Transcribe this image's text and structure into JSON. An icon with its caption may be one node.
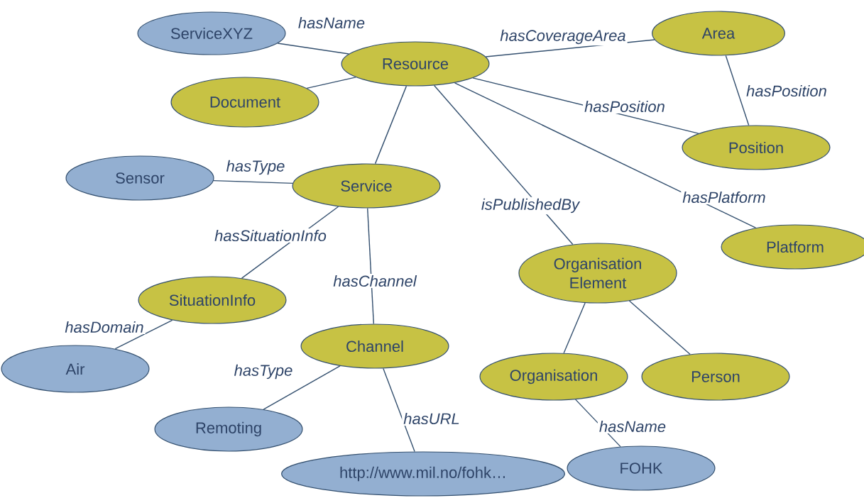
{
  "diagram": {
    "nodes": [
      {
        "text": [
          "ServiceXYZ"
        ]
      },
      {
        "text": [
          "Resource"
        ]
      },
      {
        "text": [
          "Area"
        ]
      },
      {
        "text": [
          "Document"
        ]
      },
      {
        "text": [
          "Position"
        ]
      },
      {
        "text": [
          "Sensor"
        ]
      },
      {
        "text": [
          "Service"
        ]
      },
      {
        "text": [
          "Platform"
        ]
      },
      {
        "text": [
          "Organisation Element"
        ]
      },
      {
        "text": [
          "SituationInfo"
        ]
      },
      {
        "text": [
          "Channel"
        ]
      },
      {
        "text": [
          "Air"
        ]
      },
      {
        "text": [
          "Organisation"
        ]
      },
      {
        "text": [
          "Person"
        ]
      },
      {
        "text": [
          "Remoting"
        ]
      },
      {
        "text": [
          "http://www.mil.no/fohk…"
        ]
      },
      {
        "text": [
          "FOHK"
        ]
      }
    ],
    "edges": [
      {
        "from": 0,
        "to": 1,
        "arrow": "none",
        "label": "hasName"
      },
      {
        "from": 1,
        "to": 2,
        "arrow": "none",
        "label": "hasCoverageArea"
      },
      {
        "from": 1,
        "to": 3,
        "arrow": "none"
      },
      {
        "from": 1,
        "to": 4,
        "arrow": "none",
        "label": "hasPosition"
      },
      {
        "from": 2,
        "to": 4,
        "arrow": "none",
        "label": "hasPosition"
      },
      {
        "from": 1,
        "to": 6,
        "arrow": "none"
      },
      {
        "from": 1,
        "to": 7,
        "arrow": "none",
        "label": "hasPlatform"
      },
      {
        "from": 1,
        "to": 8,
        "arrow": "none",
        "label": "isPublishedBy"
      },
      {
        "from": 5,
        "to": 6,
        "arrow": "none",
        "label": "hasType"
      },
      {
        "from": 6,
        "to": 9,
        "arrow": "none",
        "label": "hasSituationInfo"
      },
      {
        "from": 6,
        "to": 10,
        "arrow": "none",
        "label": "hasChannel"
      },
      {
        "from": 9,
        "to": 11,
        "arrow": "none",
        "label": "hasDomain"
      },
      {
        "from": 10,
        "to": 14,
        "arrow": "none",
        "label": "hasType"
      },
      {
        "from": 10,
        "to": 15,
        "arrow": "none",
        "label": "hasURL"
      },
      {
        "from": 8,
        "to": 12,
        "arrow": "none"
      },
      {
        "from": 8,
        "to": 13,
        "arrow": "none"
      },
      {
        "from": 12,
        "to": 16,
        "arrow": "none",
        "label": "hasName"
      }
    ]
  }
}
